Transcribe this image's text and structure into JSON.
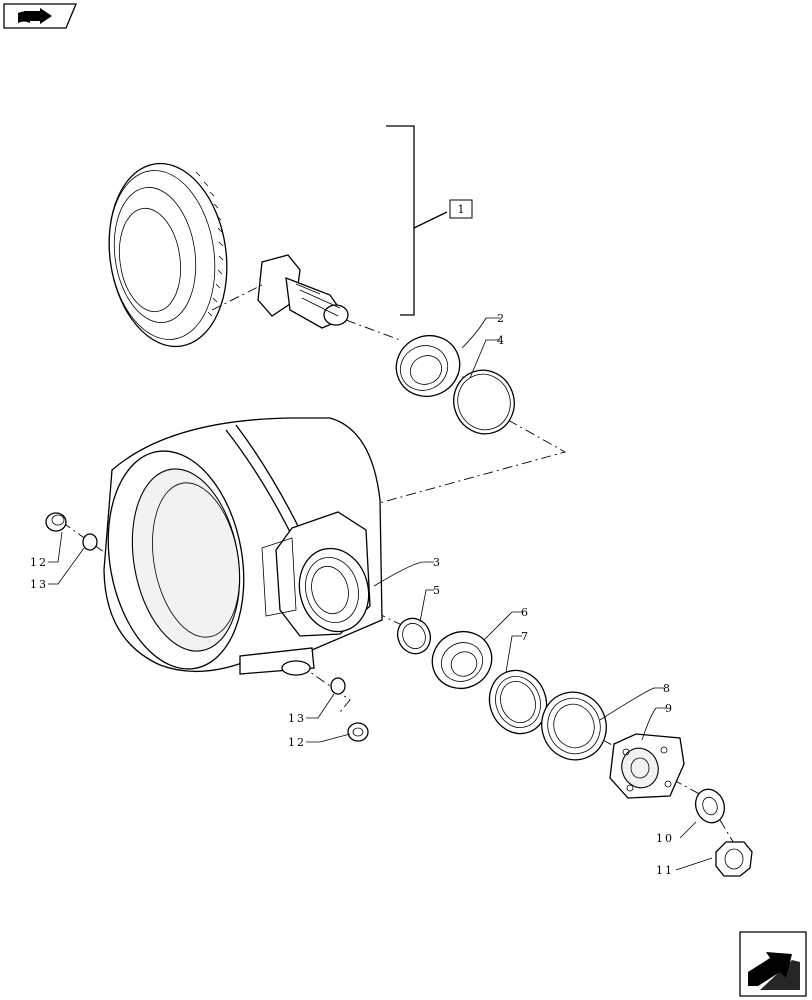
{
  "diagram": {
    "callouts": {
      "c1": "1",
      "c2": "2",
      "c3": "3",
      "c4": "4",
      "c5": "5",
      "c6": "6",
      "c7": "7",
      "c8": "8",
      "c9": "9",
      "c10": "10",
      "c11": "11",
      "c12a": "12",
      "c13a": "13",
      "c12b": "12",
      "c13b": "13"
    }
  },
  "icons": {
    "top_left": "book-arrow-icon",
    "bottom_right": "next-page-arrow-icon"
  }
}
